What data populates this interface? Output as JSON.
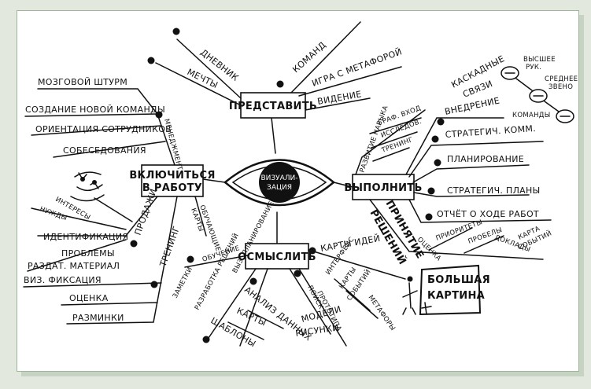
{
  "center": {
    "line1": "ВИЗУАЛИ-",
    "line2": "ЗАЦИЯ"
  },
  "nodes": {
    "represent": "ПРЕДСТАВИТЬ",
    "execute": "ВЫПОЛНИТЬ",
    "understand": "ОСМЫСЛИТЬ",
    "engage_1": "ВКЛЮЧИТЬСЯ",
    "engage_2": "В РАБОТУ",
    "big_picture_1": "БОЛЬШАЯ",
    "big_picture_2": "КАРТИНА"
  },
  "represent_items": {
    "diary": "ДНЕВНИК",
    "dreams": "МЕЧТЫ",
    "teams": "КОМАНД",
    "metaphor_game": "ИГРА С МЕТАФОРОЙ",
    "vision": "ВИДЕНИЕ"
  },
  "execute_items": {
    "cascading_1": "КАСКАДНЫЕ",
    "cascading_2": "СВЯЗИ",
    "implementation": "ВНЕДРЕНИЕ",
    "higher_mgmt_1": "ВЫСШЕЕ",
    "higher_mgmt_2": "РУК.",
    "middle_1": "СРЕДНЕЕ",
    "middle_2": "ЗВЕНО",
    "teams": "КОМАНДЫ",
    "strategic_comm": "СТРАТЕГИЧ. КОММ.",
    "planning": "ПЛАНИРОВАНИЕ",
    "strategic_plans": "СТРАТЕГИЧ. ПЛАНЫ",
    "progress_report": "ОТЧЁТ О ХОДЕ РАБОТ",
    "skill_dev": "РАЗВИТИЕ НАВЫКА",
    "graph_input": "ГРАФ. ВХОД",
    "research": "ИССЛЕДОВ.",
    "training": "ТРЕНИНГ",
    "decision_1": "ПРИНЯТИЕ",
    "decision_2": "РЕШЕНИЙ",
    "evaluation": "ОЦЕНКА",
    "priorities": "ПРИОРИТЕТЫ",
    "gaps": "ПРОБЕЛЫ",
    "reports": "ДОКЛАДЫ",
    "event_map_1": "КАРТА",
    "event_map_2": "СОБЫТИЙ"
  },
  "understand_items": {
    "idea_maps": "КАРТЫ ИДЕЙ",
    "prototype_search_1": "ПОИСК",
    "prototype_search_2": "ПРОТОТИПА",
    "interface": "ИНТЕРФЕЙС",
    "maps": "КАРТЫ",
    "events": "СОБЫТИЙ",
    "metaphors": "МЕТАФОРЫ",
    "models": "МОДЕЛИ",
    "drawings": "РИСУНКИ",
    "data_analysis": "АНАЛИЗ ДАННЫХ",
    "maps2": "КАРТЫ",
    "templates": "ШАБЛОНЫ",
    "scenario_planning": "ВЫЗ. ПЛАНИРОВАНИЕ",
    "hypotheses": "РАЗРАБОТКА РЕШЕНИЙ",
    "notes": "ЗАМЕТКИ",
    "training_lbl": "ОБУЧЕНИЕ"
  },
  "engage_items": {
    "brainstorm": "МОЗГОВОЙ ШТУРМ",
    "new_team": "СОЗДАНИЕ НОВОЙ КОМАНДЫ",
    "onboarding": "ОРИЕНТАЦИЯ СОТРУДНИКОВ",
    "interviews": "СОБЕСЕДОВАНИЯ",
    "management": "МЕНЕДЖМЕНТ",
    "sales": "ПРОДАЖИ",
    "interests": "ИНТЕРЕСЫ",
    "needs": "НУЖДЫ",
    "identification": "ИДЕНТИФИКАЦИЯ",
    "problems": "ПРОБЛЕМЫ",
    "handout": "РАЗДАТ. МАТЕРИАЛ",
    "viz_fixation": "ВИЗ. ФИКСАЦИЯ",
    "assessment": "ОЦЕНКА",
    "warmups": "РАЗМИНКИ",
    "training": "ТРЕНИНГ",
    "training_maps_1": "ОБУЧАЮЩИЕ",
    "training_maps_2": "КАРТЫ"
  },
  "colors": {
    "frame_bg": "#e2e8dd",
    "border": "#9fb59a",
    "ink": "#111111"
  }
}
